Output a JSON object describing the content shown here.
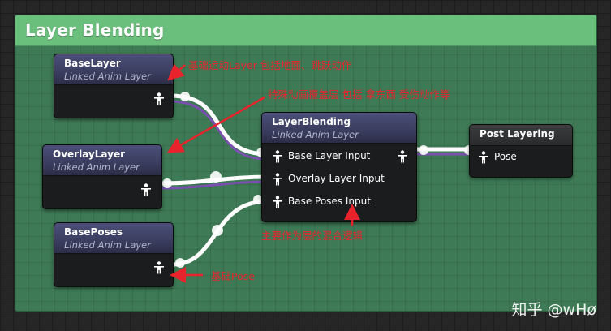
{
  "comment": {
    "title": "Layer Blending"
  },
  "nodes": {
    "base_layer": {
      "title": "BaseLayer",
      "subtitle": "Linked Anim Layer"
    },
    "overlay_layer": {
      "title": "OverlayLayer",
      "subtitle": "Linked Anim Layer"
    },
    "base_poses": {
      "title": "BasePoses",
      "subtitle": "Linked Anim Layer"
    },
    "layer_blending": {
      "title": "LayerBlending",
      "subtitle": "Linked Anim Layer",
      "inputs": [
        "Base Layer Input",
        "Overlay Layer Input",
        "Base Poses Input"
      ]
    },
    "post_layering": {
      "title": "Post Layering",
      "output_label": "Pose"
    }
  },
  "annotations": {
    "base_layer": "基础运动Layer 包括地面、跳跃动作",
    "overlay_layer": "特殊动画覆盖层 包括 拿东西 受伤动作等",
    "layer_blending": "主要作为层的混合逻辑",
    "base_poses": "基础Pose"
  },
  "watermark": "知乎 @wHø",
  "colors": {
    "comment_header": "#6bbf7d",
    "comment_body": "#3e7a55",
    "node_header": "#3a3d5f",
    "wire_exec": "#ffffff",
    "wire_purple": "#7a4fb0",
    "annotation": "#e8232b"
  }
}
